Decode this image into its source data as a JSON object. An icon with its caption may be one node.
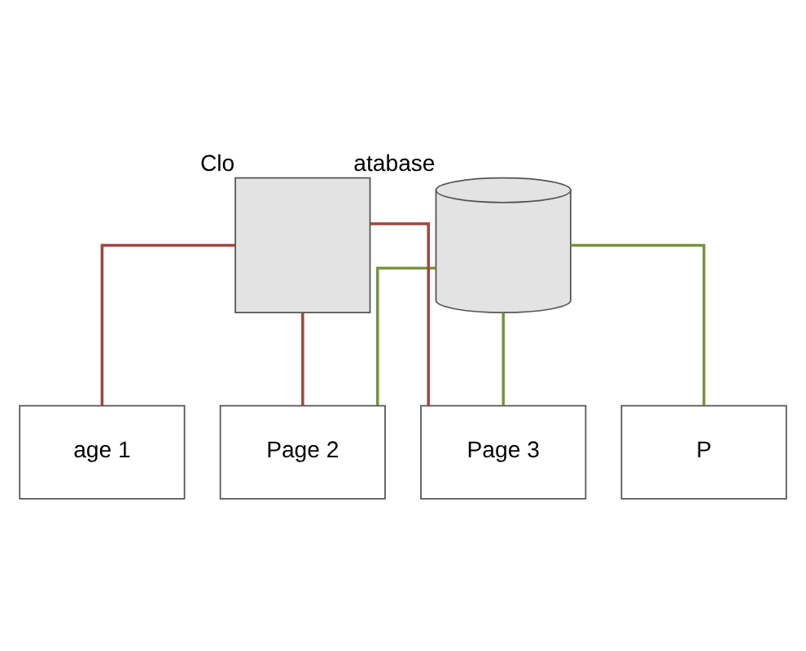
{
  "diagram": {
    "nodes": [
      {
        "text": [],
        "shape": "cylinder",
        "beside": [
          "atabase"
        ]
      },
      {
        "text": [],
        "shape": "box",
        "beside": [
          "Clo"
        ]
      },
      {
        "text": [
          "age 1"
        ]
      },
      {
        "text": [
          "Page 2"
        ]
      },
      {
        "text": [
          "Page 3"
        ]
      },
      {
        "text": [
          "P"
        ]
      }
    ],
    "edges": [
      {
        "from": 0,
        "to": 3,
        "arrow": "none",
        "color": "#77933c"
      },
      {
        "from": 0,
        "to": 4,
        "arrow": "none",
        "color": "#77933c"
      },
      {
        "from": 0,
        "to": 5,
        "arrow": "none",
        "color": "#77933c"
      },
      {
        "from": 1,
        "to": 2,
        "arrow": "none",
        "color": "#a0463f"
      },
      {
        "from": 1,
        "to": 3,
        "arrow": "none",
        "color": "#a0463f"
      },
      {
        "from": 1,
        "to": 4,
        "arrow": "none",
        "color": "#a0463f"
      }
    ]
  }
}
